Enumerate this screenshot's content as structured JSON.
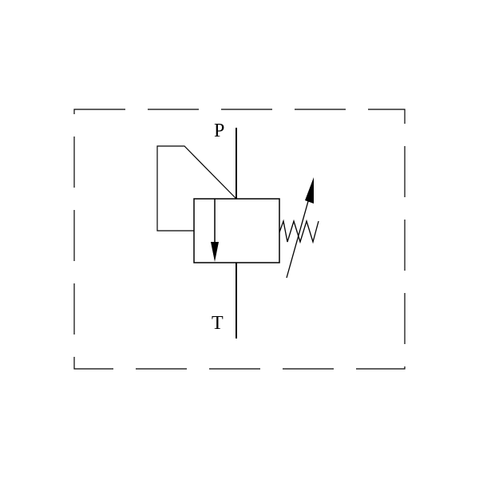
{
  "diagram": {
    "symbol": "pressure-relief-valve",
    "ports": {
      "pressure": "P",
      "tank": "T"
    },
    "spring": "adjustable",
    "enclosure": "dashed",
    "colors": {
      "line": "#000000",
      "background": "#ffffff"
    }
  }
}
